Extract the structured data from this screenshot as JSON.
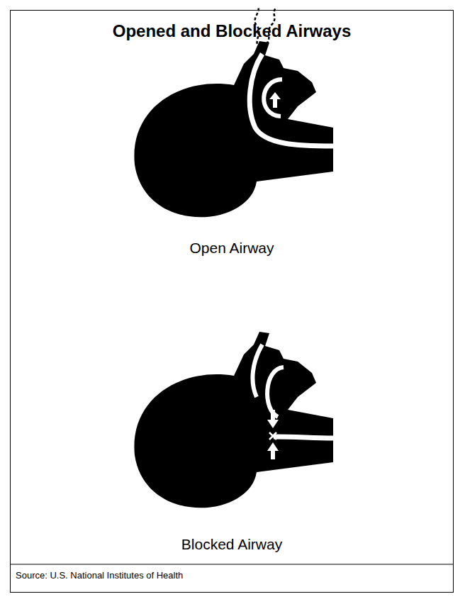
{
  "diagram": {
    "title": "Opened and Blocked Airways",
    "caption": "Source: U.S. National Institutes of Health",
    "labels": [
      "Open Airway",
      "Blocked Airway"
    ]
  }
}
